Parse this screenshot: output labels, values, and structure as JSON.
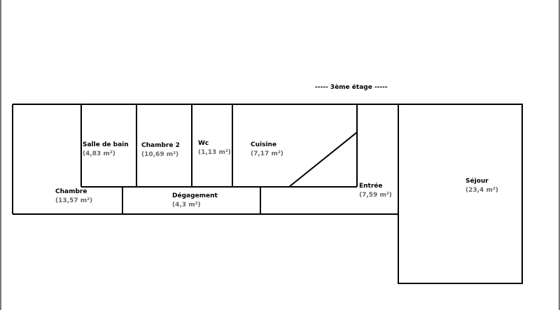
{
  "title": "----- 3ème étage -----",
  "rooms": {
    "salle_de_bain": {
      "name": "Salle de bain",
      "area": "(4,83 m²)"
    },
    "chambre2": {
      "name": "Chambre 2",
      "area": "(10,69 m²)"
    },
    "wc": {
      "name": "Wc",
      "area": "(1,13 m²)"
    },
    "cuisine": {
      "name": "Cuisine",
      "area": "(7,17 m²)"
    },
    "chambre": {
      "name": "Chambre",
      "area": "(13,57 m²)"
    },
    "degagement": {
      "name": "Dégagement",
      "area": "(4,3 m²)"
    },
    "entree": {
      "name": "Entrée",
      "area": "(7,59 m²)"
    },
    "sejour": {
      "name": "Séjour",
      "area": "(23,4 m²)"
    }
  }
}
